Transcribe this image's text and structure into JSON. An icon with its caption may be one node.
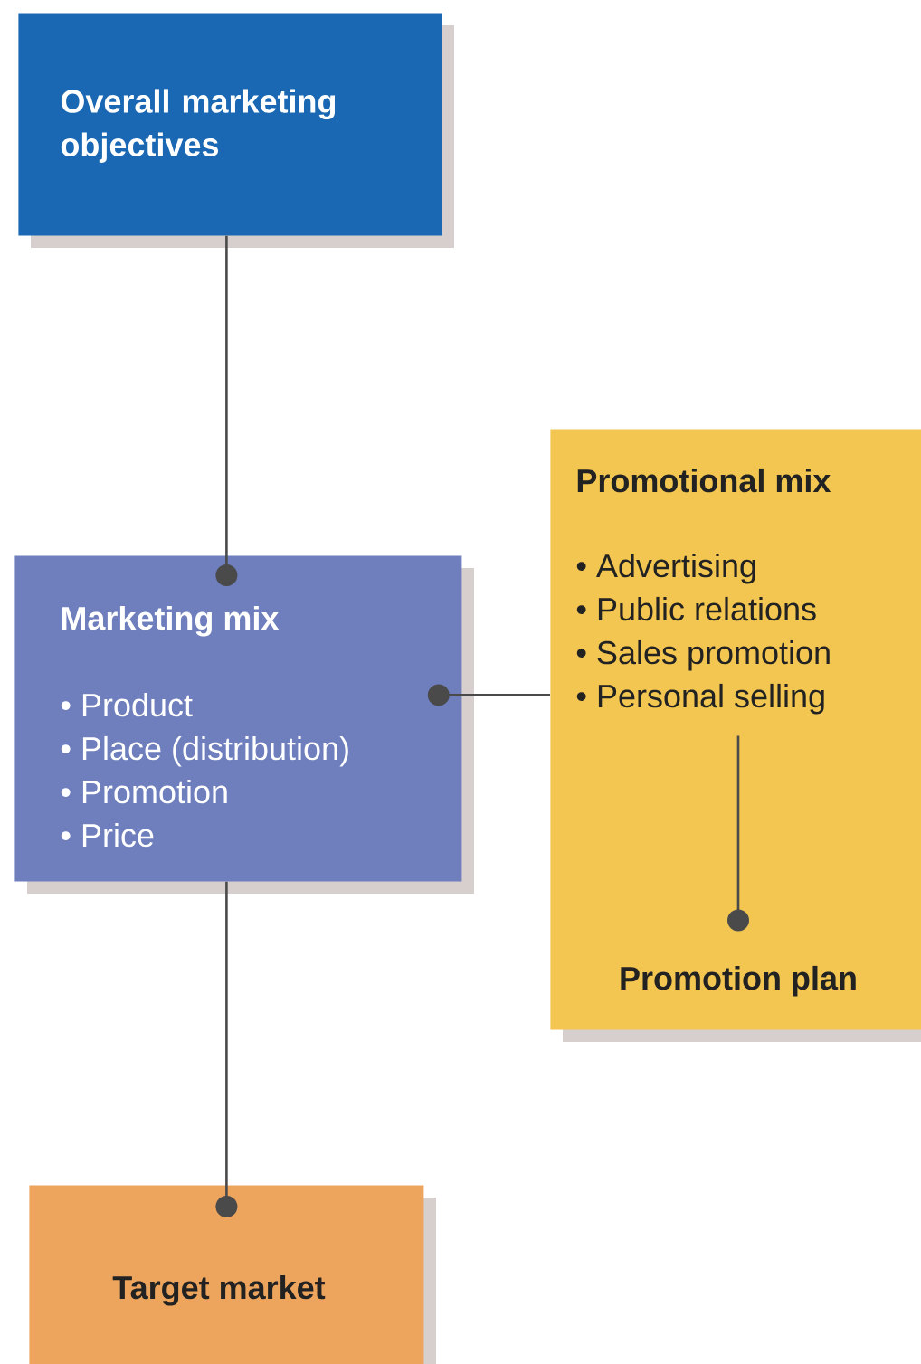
{
  "diagram": {
    "nodes": [
      {
        "text": [
          "Overall marketing objectives"
        ]
      },
      {
        "text": [
          "Marketing mix",
          "• Product",
          "• Place (distribution)",
          "• Promotion",
          "• Price"
        ]
      },
      {
        "text": [
          "Promotional mix",
          "• Advertising",
          "• Public relations",
          "• Sales promotion",
          "• Personal selling"
        ]
      },
      {
        "text": [
          "Promotion plan"
        ],
        "in": 2
      },
      {
        "text": [
          "Target market"
        ]
      }
    ],
    "edges": [
      {
        "from": 0,
        "to": 1,
        "arrow": "other"
      },
      {
        "from": 2,
        "to": 1,
        "arrow": "other"
      },
      {
        "from": null,
        "to": 3,
        "arrow": "other"
      },
      {
        "from": 1,
        "to": 4,
        "arrow": "other"
      }
    ]
  }
}
